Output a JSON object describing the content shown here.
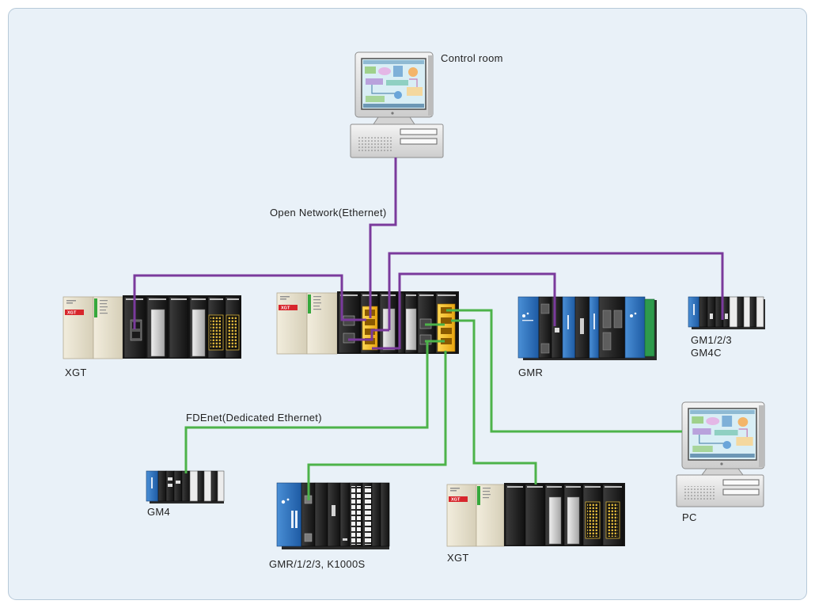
{
  "labels": {
    "control_room": "Control room",
    "open_network": "Open Network(Ethernet)",
    "fdenet": "FDEnet(Dedicated Ethernet)",
    "xgt_left": "XGT",
    "gmr": "GMR",
    "gm123": "GM1/2/3",
    "gm4c": "GM4C",
    "gm4": "GM4",
    "gmr_k1000s": "GMR/1/2/3, K1000S",
    "xgt_bottom": "XGT",
    "pc": "PC"
  },
  "module_badge": "XGT",
  "colors": {
    "panel_background": "#e9f1f8",
    "panel_border": "#b7c9d8",
    "ethernet_link": "#7a3a9c",
    "fdenet_link": "#4db34a",
    "module_blue": "#2f6fb8",
    "module_beige": "#e6e0cc",
    "port_yellow": "#f5c02c",
    "badge_red": "#d7262c"
  }
}
